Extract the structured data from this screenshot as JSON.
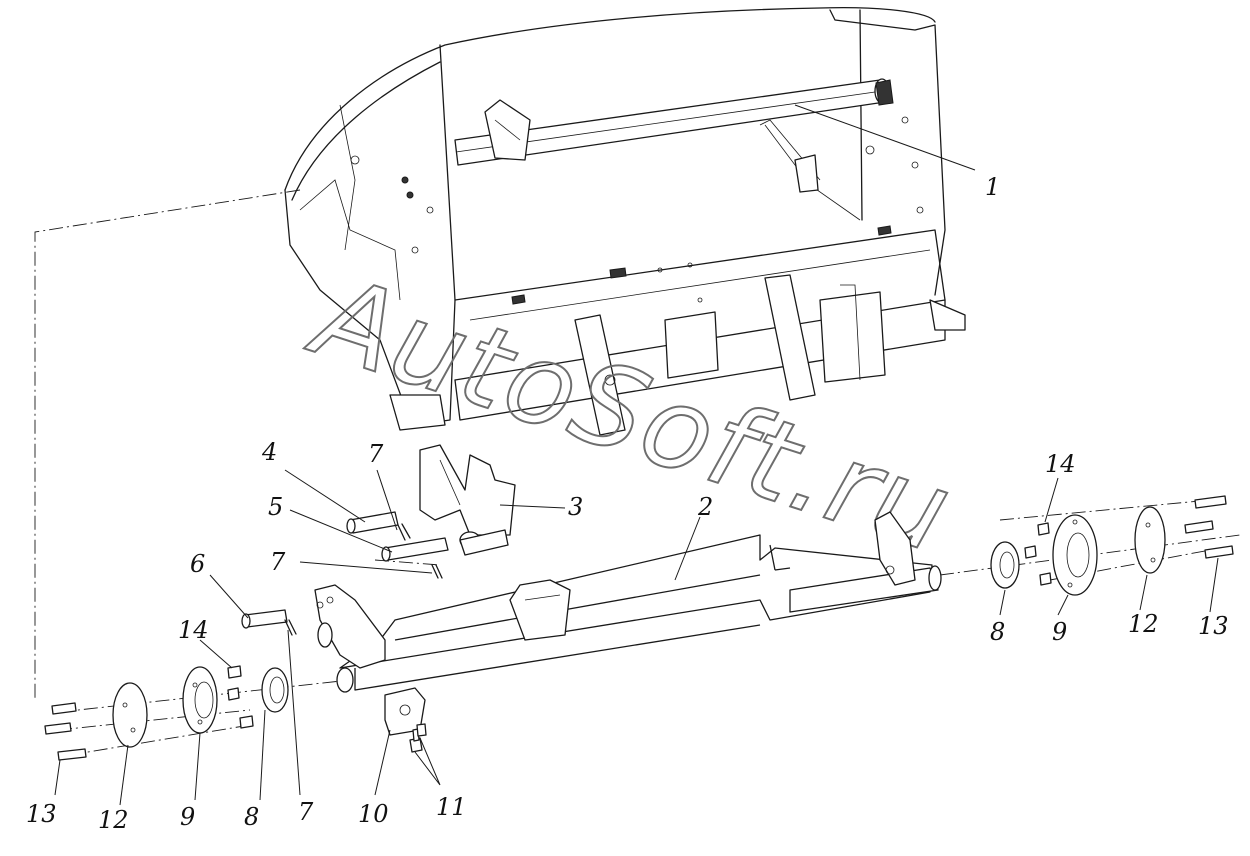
{
  "watermark": "AutoSoft.ru",
  "colors": {
    "line": "#1a1a1a",
    "background": "#ffffff",
    "watermark": "#6e6e6e"
  },
  "callouts": [
    {
      "id": "1",
      "label": "1"
    },
    {
      "id": "2",
      "label": "2"
    },
    {
      "id": "3",
      "label": "3"
    },
    {
      "id": "4",
      "label": "4"
    },
    {
      "id": "5",
      "label": "5"
    },
    {
      "id": "6",
      "label": "6"
    },
    {
      "id": "7a",
      "label": "7"
    },
    {
      "id": "7b",
      "label": "7"
    },
    {
      "id": "7c",
      "label": "7"
    },
    {
      "id": "8-left",
      "label": "8"
    },
    {
      "id": "8-right",
      "label": "8"
    },
    {
      "id": "9-left",
      "label": "9"
    },
    {
      "id": "9-right",
      "label": "9"
    },
    {
      "id": "10",
      "label": "10"
    },
    {
      "id": "11",
      "label": "11"
    },
    {
      "id": "12-left",
      "label": "12"
    },
    {
      "id": "12-right",
      "label": "12"
    },
    {
      "id": "13-left",
      "label": "13"
    },
    {
      "id": "13-right",
      "label": "13"
    },
    {
      "id": "14-left",
      "label": "14"
    },
    {
      "id": "14-right",
      "label": "14"
    }
  ]
}
